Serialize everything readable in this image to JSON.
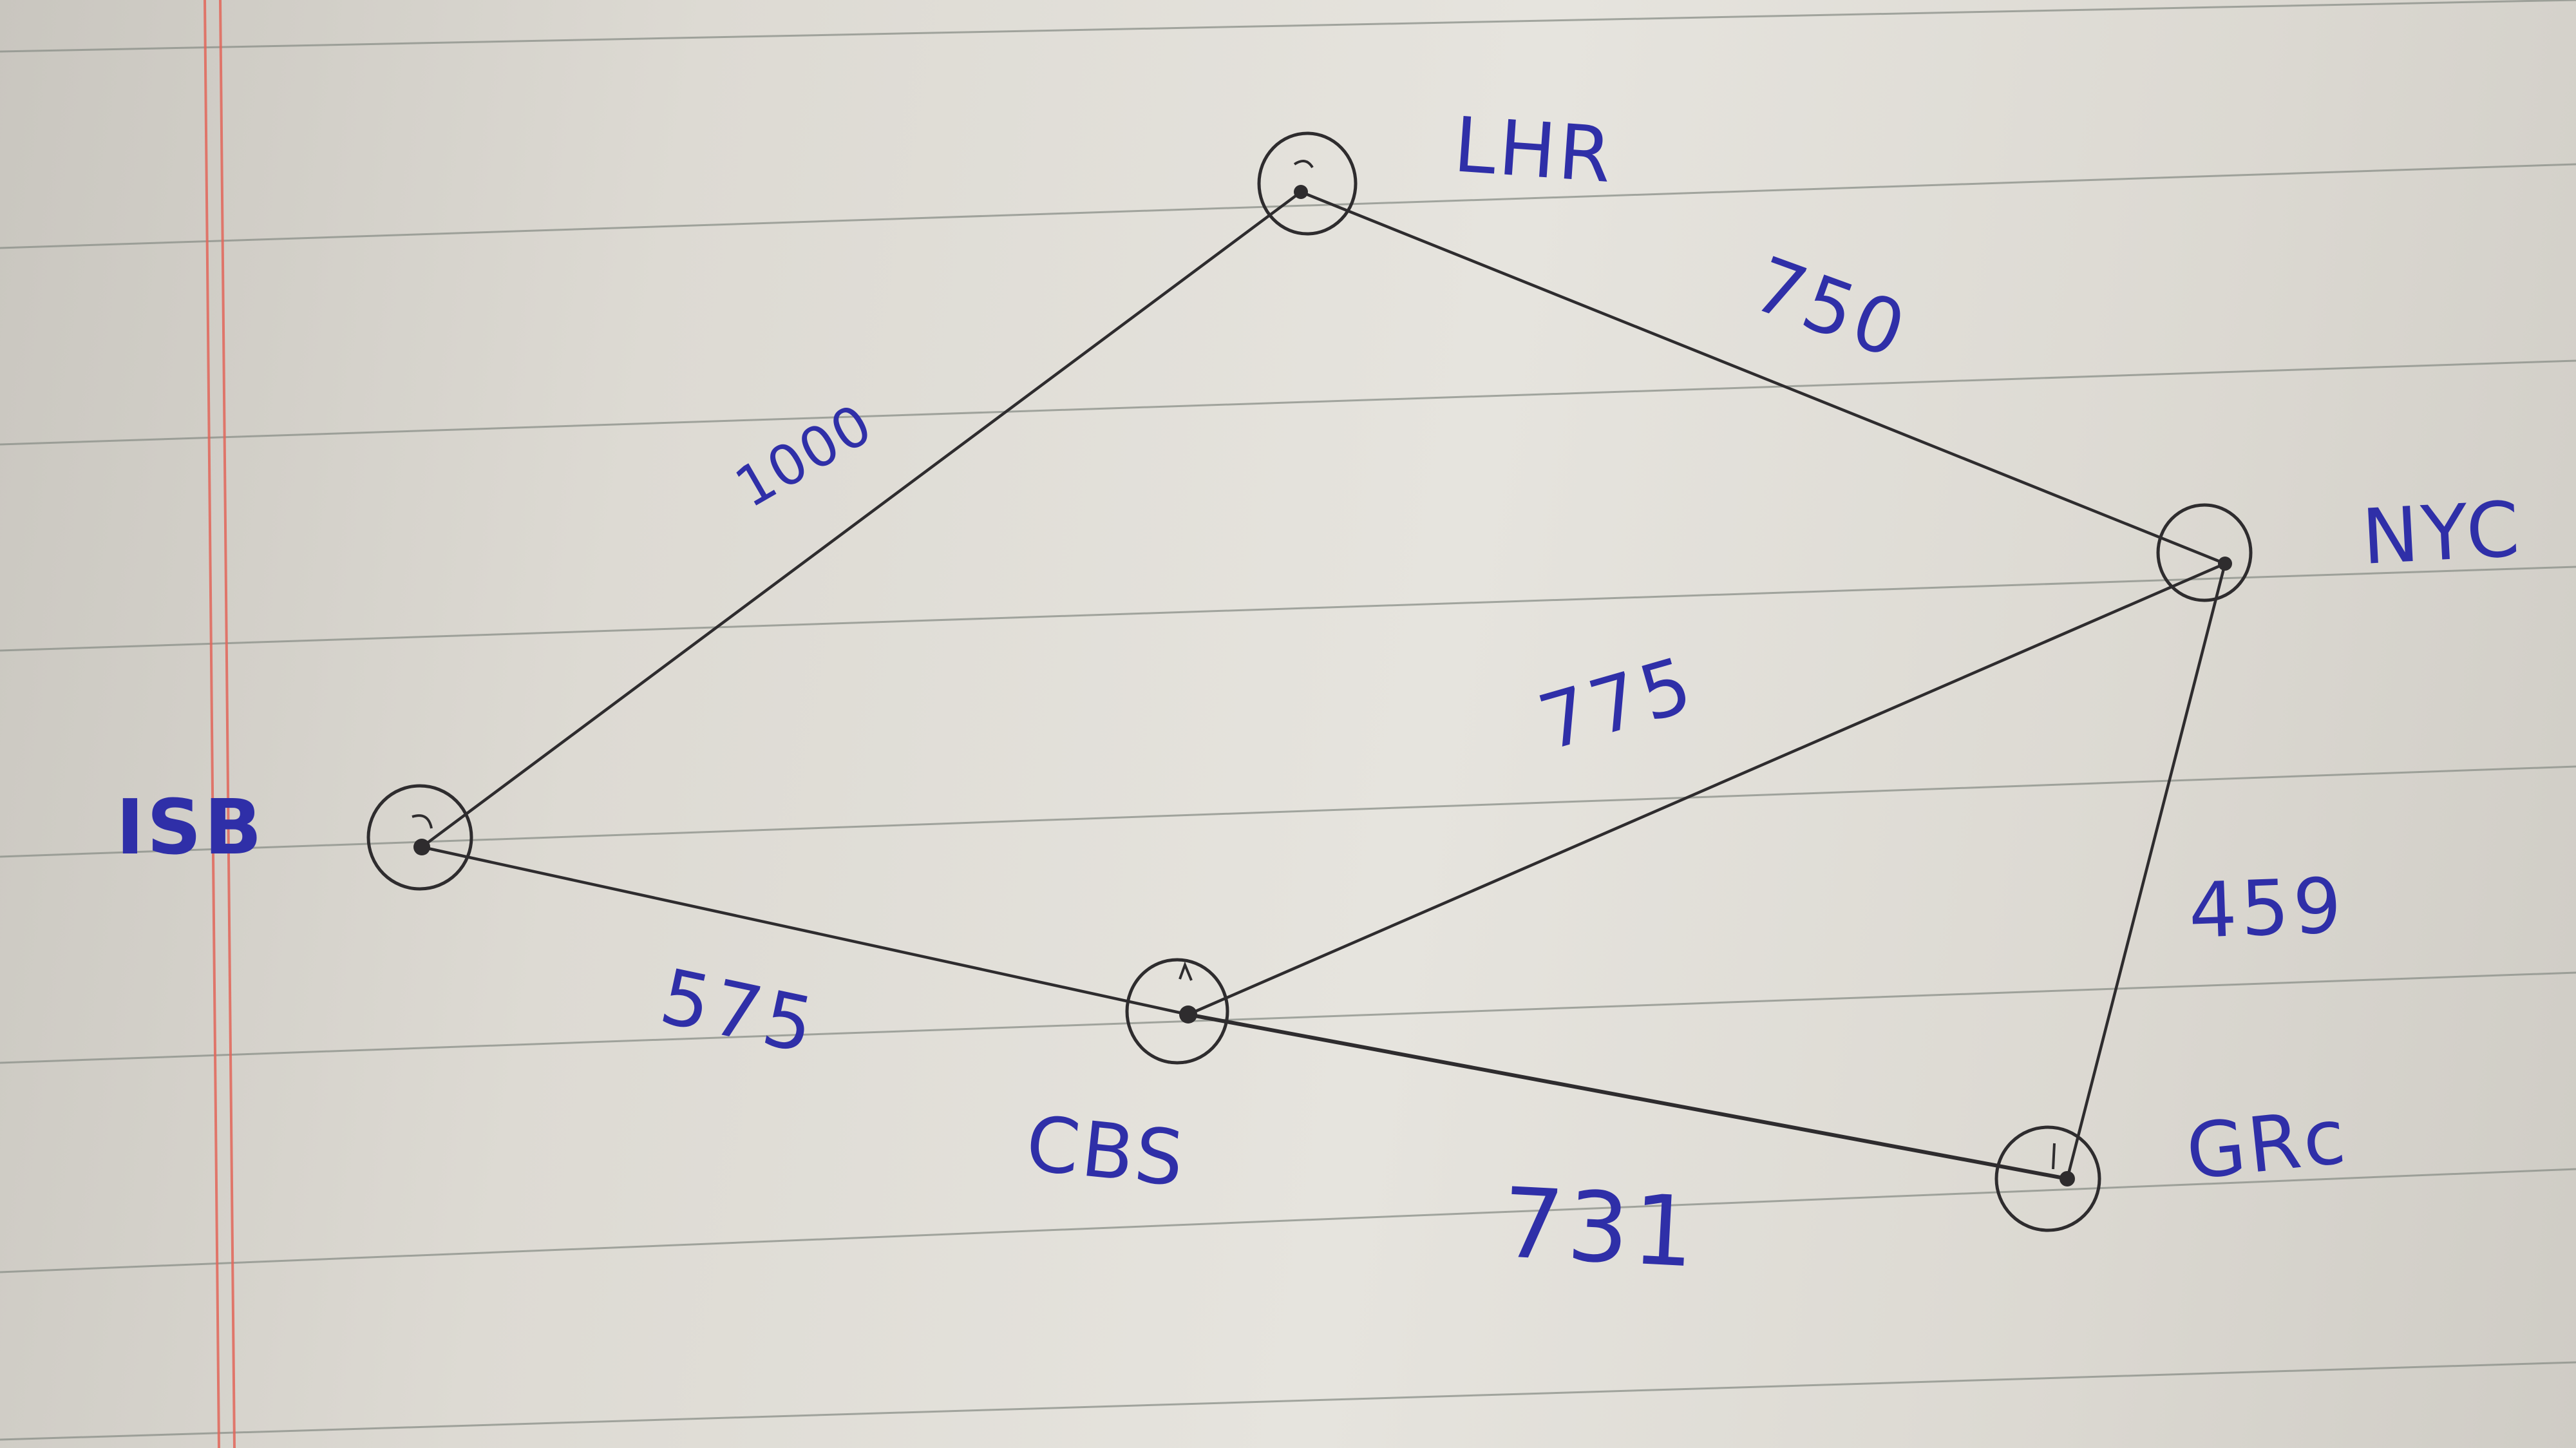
{
  "graph": {
    "nodes": [
      {
        "id": "LHR",
        "label": "LHR"
      },
      {
        "id": "NYC",
        "label": "NYC"
      },
      {
        "id": "ISB",
        "label": "ISB"
      },
      {
        "id": "CBS",
        "label": "CBS"
      },
      {
        "id": "GRC",
        "label": "GRc"
      }
    ],
    "edges": [
      {
        "from": "ISB",
        "to": "LHR",
        "weight": "1000"
      },
      {
        "from": "LHR",
        "to": "NYC",
        "weight": "750"
      },
      {
        "from": "CBS",
        "to": "NYC",
        "weight": "775"
      },
      {
        "from": "ISB",
        "to": "CBS",
        "weight": "575"
      },
      {
        "from": "NYC",
        "to": "GRC",
        "weight": "459"
      },
      {
        "from": "CBS",
        "to": "GRC",
        "weight": "731"
      }
    ]
  },
  "colors": {
    "ink": "#2f2fa8",
    "pencil": "#2e2c2e",
    "rule_line": "#8a8f88",
    "margin_line": "#e2665a"
  }
}
